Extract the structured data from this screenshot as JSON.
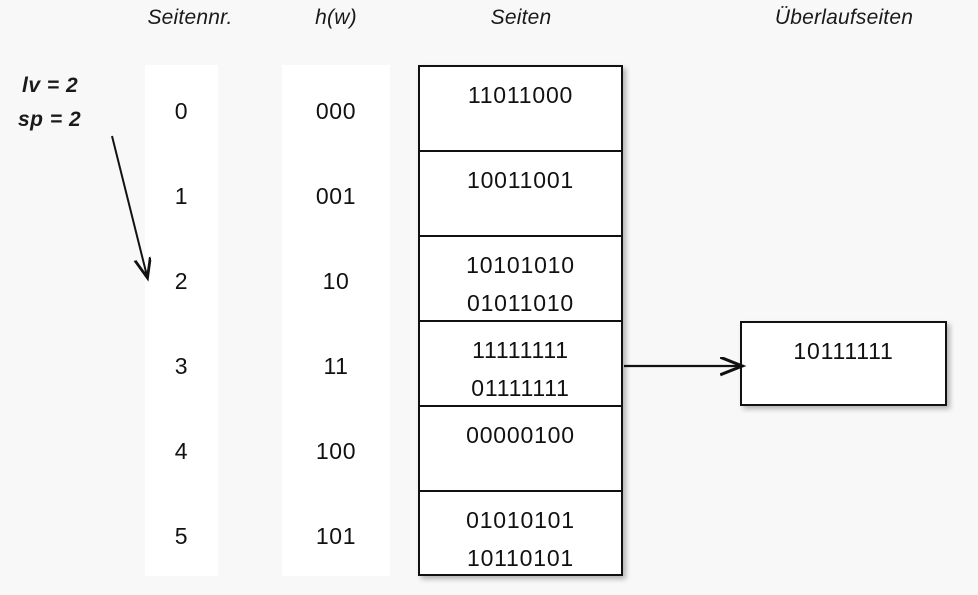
{
  "headers": {
    "seitennr": "Seitennr.",
    "hw": "h(w)",
    "seiten": "Seiten",
    "ueberlaufseiten": "Überlaufseiten"
  },
  "params": {
    "lv": "lv = 2",
    "sp": "sp = 2"
  },
  "rows": [
    {
      "seitennr": "0",
      "hw": "000",
      "page_lines": [
        "11011000"
      ]
    },
    {
      "seitennr": "1",
      "hw": "001",
      "page_lines": [
        "10011001"
      ]
    },
    {
      "seitennr": "2",
      "hw": "10",
      "page_lines": [
        "10101010",
        "01011010"
      ]
    },
    {
      "seitennr": "3",
      "hw": "11",
      "page_lines": [
        "11111111",
        "01111111"
      ]
    },
    {
      "seitennr": "4",
      "hw": "100",
      "page_lines": [
        "00000100"
      ]
    },
    {
      "seitennr": "5",
      "hw": "101",
      "page_lines": [
        "01010101",
        "10110101"
      ]
    }
  ],
  "overflow": {
    "value": "10111111",
    "from_row_index": 3
  },
  "colors": {
    "background": "#f8f8f8",
    "strip": "#ffffff",
    "stroke": "#111111",
    "text": "#111111"
  }
}
